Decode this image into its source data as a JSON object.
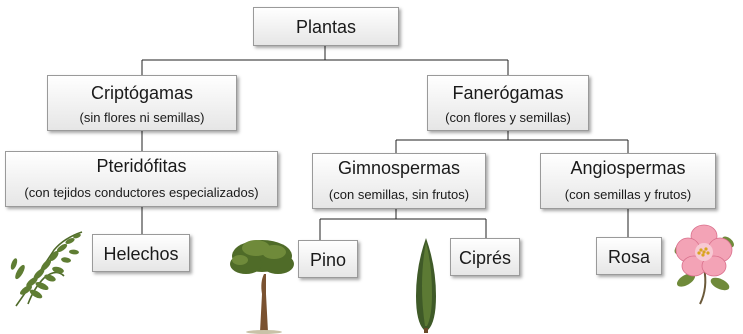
{
  "nodes": {
    "root": {
      "label": "Plantas"
    },
    "cripto": {
      "label": "Criptógamas",
      "sub": "(sin flores ni semillas)"
    },
    "fanero": {
      "label": "Fanerógamas",
      "sub": "(con flores y semillas)"
    },
    "pteri": {
      "label": "Pteridófitas",
      "sub": "(con tejidos conductores especializados)"
    },
    "gimno": {
      "label": "Gimnospermas",
      "sub": "(con semillas, sin frutos)"
    },
    "angio": {
      "label": "Angiospermas",
      "sub": "(con semillas y frutos)"
    },
    "helechos": {
      "label": "Helechos"
    },
    "pino": {
      "label": "Pino"
    },
    "cipres": {
      "label": "Ciprés"
    },
    "rosa": {
      "label": "Rosa"
    }
  },
  "illustrations": [
    "fern-illustration",
    "pine-tree-illustration",
    "cypress-tree-illustration",
    "rose-illustration"
  ],
  "colors": {
    "line": "#222222",
    "box_border": "#9a9a9a",
    "box_top": "#ffffff",
    "box_bottom": "#e6e6e6"
  }
}
